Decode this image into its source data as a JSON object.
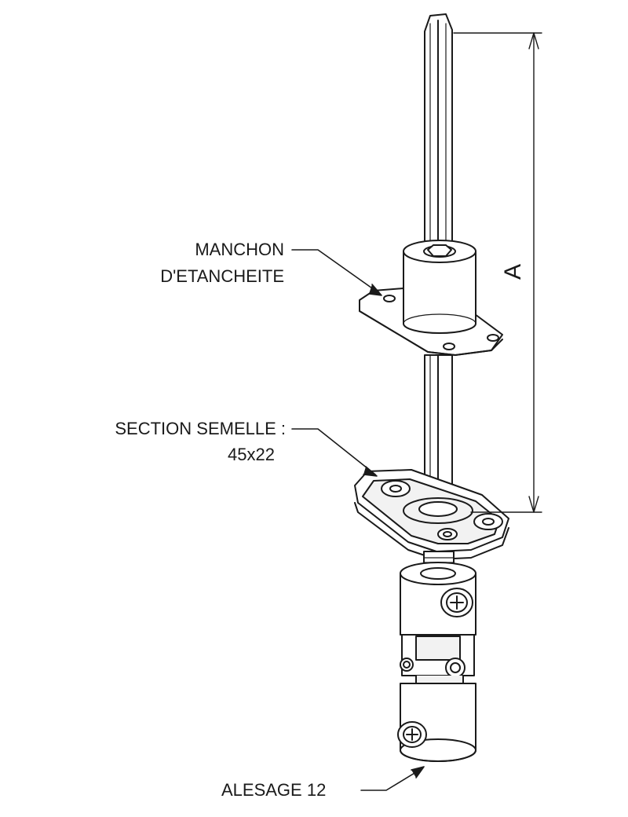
{
  "labels": {
    "manchon_line1": "MANCHON",
    "manchon_line2": "D'ETANCHEITE",
    "section_line1": "SECTION SEMELLE :",
    "section_line2": "45x22",
    "alesage": "ALESAGE 12",
    "dimension": "A"
  },
  "colors": {
    "line": "#1a1a1a",
    "fill": "#ffffff",
    "shade": "#d9d9d9"
  }
}
